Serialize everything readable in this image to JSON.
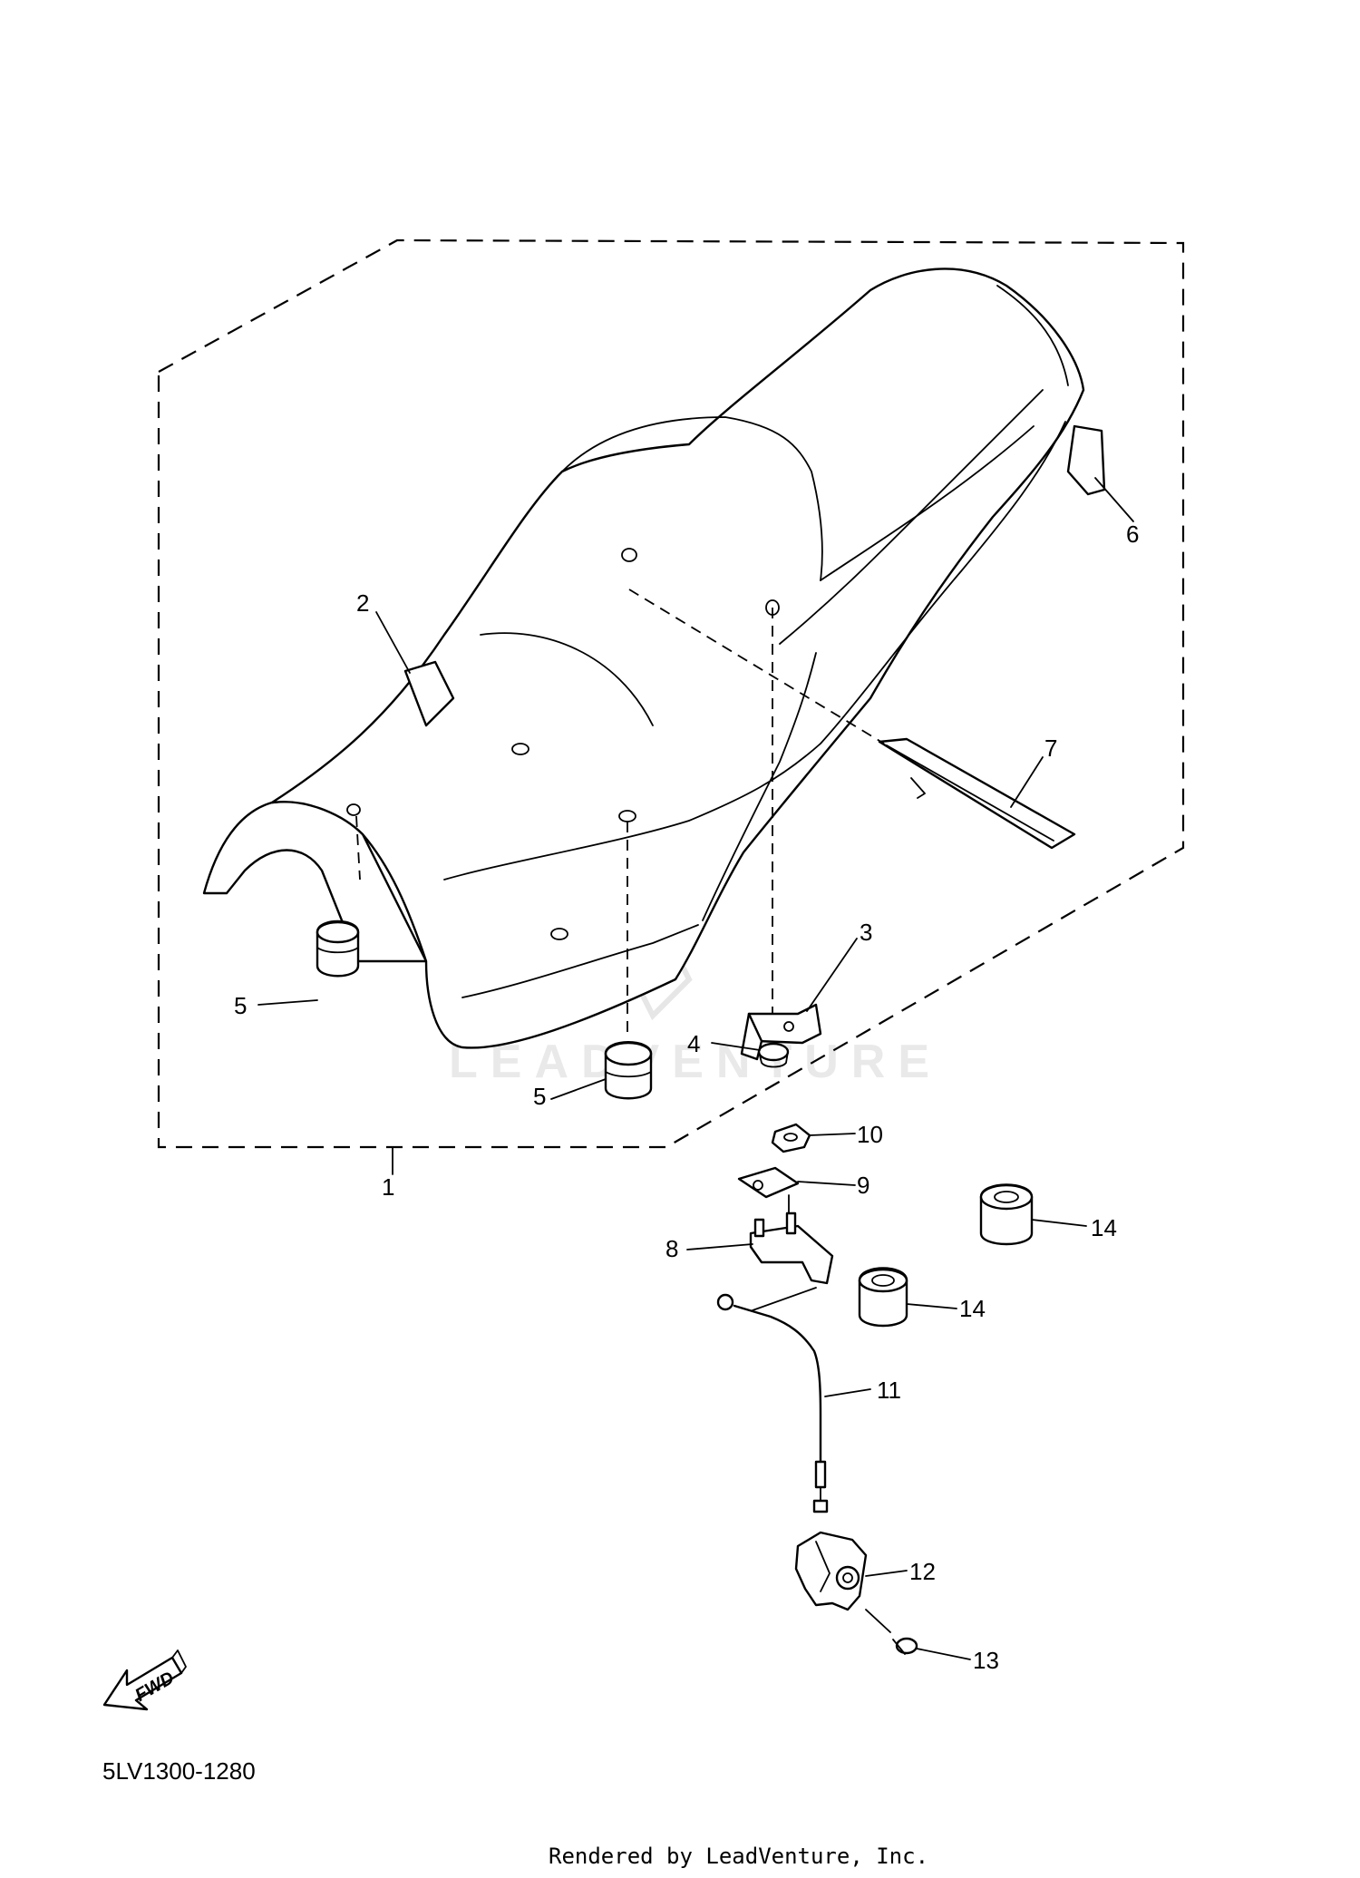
{
  "diagram": {
    "diagram_code": "5LV1300-1280",
    "credit": "Rendered by LeadVenture, Inc.",
    "watermark": "LEADVENTURE",
    "fwd_label": "FWD",
    "callouts": [
      "1",
      "2",
      "3",
      "4",
      "5",
      "5",
      "6",
      "7",
      "8",
      "9",
      "10",
      "11",
      "12",
      "13",
      "14",
      "14"
    ]
  }
}
